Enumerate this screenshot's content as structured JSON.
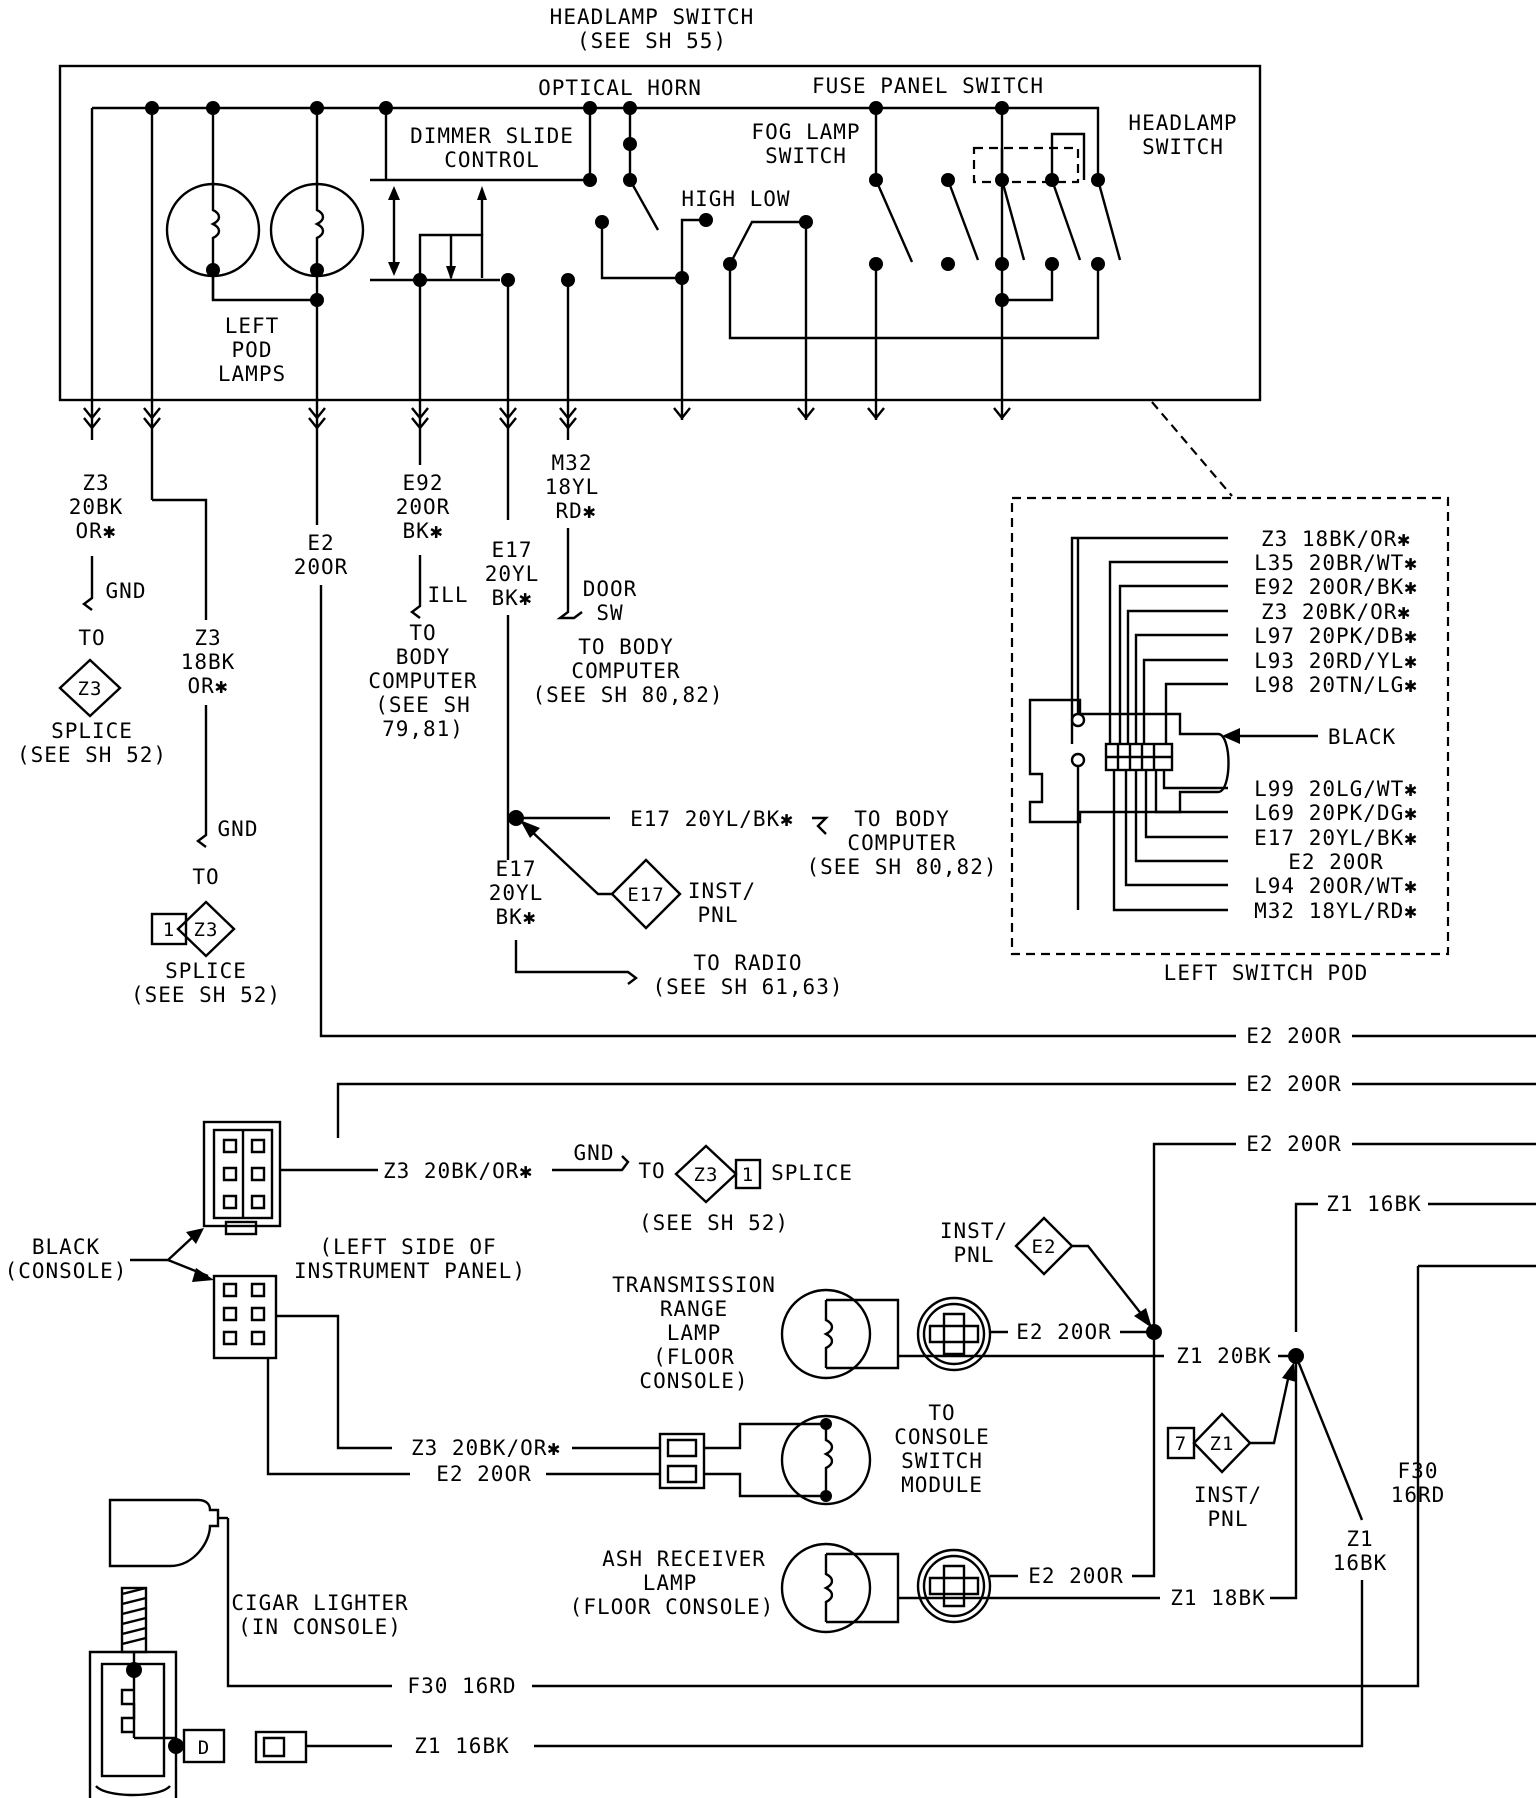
{
  "header": {
    "title": "HEADLAMP SWITCH",
    "ref": "(SEE SH 55)"
  },
  "switch_box": {
    "optical_horn": "OPTICAL HORN",
    "fuse_panel_switch": "FUSE PANEL SWITCH",
    "headlamp_switch_1": "HEADLAMP",
    "headlamp_switch_2": "SWITCH",
    "dimmer_1": "DIMMER SLIDE",
    "dimmer_2": "CONTROL",
    "fog_1": "FOG LAMP",
    "fog_2": "SWITCH",
    "high_low": "HIGH LOW",
    "pod_lamps_1": "LEFT",
    "pod_lamps_2": "POD",
    "pod_lamps_3": "LAMPS"
  },
  "wires_top": {
    "z3a_1": "Z3",
    "z3a_2": "20BK",
    "z3a_3": "OR✱",
    "gnd1": "GND",
    "to1": "TO",
    "z3a_splice": "Z3",
    "splice1": "SPLICE",
    "splice1_ref": "(SEE SH 52)",
    "z3b_1": "Z3",
    "z3b_2": "18BK",
    "z3b_3": "OR✱",
    "gnd2": "GND",
    "to2": "TO",
    "z3b_pin": "1",
    "z3b_splice": "Z3",
    "splice2": "SPLICE",
    "splice2_ref": "(SEE SH 52)",
    "e2_1": "E2",
    "e2_2": "20OR",
    "e92_1": "E92",
    "e92_2": "20OR",
    "e92_3": "BK✱",
    "ill": "ILL",
    "to_bc_1": "TO",
    "to_bc_2": "BODY",
    "to_bc_3": "COMPUTER",
    "to_bc_4": "(SEE SH",
    "to_bc_5": "79,81)",
    "e17_1": "E17",
    "e17_2": "20YL",
    "e17_3": "BK✱",
    "m32_1": "M32",
    "m32_2": "18YL",
    "m32_3": "RD✱",
    "door_1": "DOOR",
    "door_2": "SW",
    "to_bc2_1": "TO BODY",
    "to_bc2_2": "COMPUTER",
    "to_bc2_3": "(SEE SH 80,82)",
    "e17b": "E17 20YL/BK✱",
    "to_bc3_1": "TO BODY",
    "to_bc3_2": "COMPUTER",
    "to_bc3_3": "(SEE SH 80,82)",
    "e17_splice": "E17",
    "inst_pnl_1": "INST/",
    "inst_pnl_2": "PNL",
    "e17c_1": "E17",
    "e17c_2": "20YL",
    "e17c_3": "BK✱",
    "to_radio_1": "TO RADIO",
    "to_radio_2": "(SEE SH 61,63)"
  },
  "pod": {
    "title": "LEFT SWITCH POD",
    "connector_color": "BLACK",
    "pins": [
      "Z3 18BK/OR✱",
      "L35 20BR/WT✱",
      "E92 20OR/BK✱",
      "Z3 20BK/OR✱",
      "L97 20PK/DB✱",
      "L93 20RD/YL✱",
      "L98 20TN/LG✱",
      "L99 20LG/WT✱",
      "L69 20PK/DG✱",
      "E17 20YL/BK✱",
      "E2 20OR",
      "L94 20OR/WT✱",
      "M32 18YL/RD✱"
    ]
  },
  "wires_bottom": {
    "e2_a": "E2 20OR",
    "e2_b": "E2 20OR",
    "e2_c": "E2 20OR",
    "z1_16bk_top": "Z1 16BK",
    "black_1": "BLACK",
    "black_2": "(CONSOLE)",
    "left_side_1": "(LEFT SIDE OF",
    "left_side_2": "INSTRUMENT PANEL)",
    "z3_line": "Z3 20BK/OR✱",
    "gnd3": "GND",
    "to3": "TO",
    "z3_splice": "Z3",
    "z3_pin": "1",
    "splice3": "SPLICE",
    "splice3_ref": "(SEE SH 52)",
    "inst_e2_1": "INST/",
    "inst_e2_2": "PNL",
    "e2_splice": "E2",
    "trl_1": "TRANSMISSION",
    "trl_2": "RANGE",
    "trl_3": "LAMP",
    "trl_4": "(FLOOR",
    "trl_5": "CONSOLE)",
    "e2_trl": "E2 20OR",
    "z1_20bk": "Z1 20BK",
    "z3_csm": "Z3 20BK/OR✱",
    "e2_csm": "E2 20OR",
    "csm_1": "TO",
    "csm_2": "CONSOLE",
    "csm_3": "SWITCH",
    "csm_4": "MODULE",
    "z1_pin": "7",
    "z1_splice": "Z1",
    "inst_z1_1": "INST/",
    "inst_z1_2": "PNL",
    "f30_1": "F30",
    "f30_2": "16RD",
    "z1v_1": "Z1",
    "z1v_2": "16BK",
    "ash_1": "ASH RECEIVER",
    "ash_2": "LAMP",
    "ash_3": "(FLOOR CONSOLE)",
    "e2_ash": "E2 20OR",
    "z1_ash": "Z1 18BK",
    "cig_1": "CIGAR LIGHTER",
    "cig_2": "(IN CONSOLE)",
    "f30_line": "F30 16RD",
    "z1_line": "Z1 16BK"
  }
}
